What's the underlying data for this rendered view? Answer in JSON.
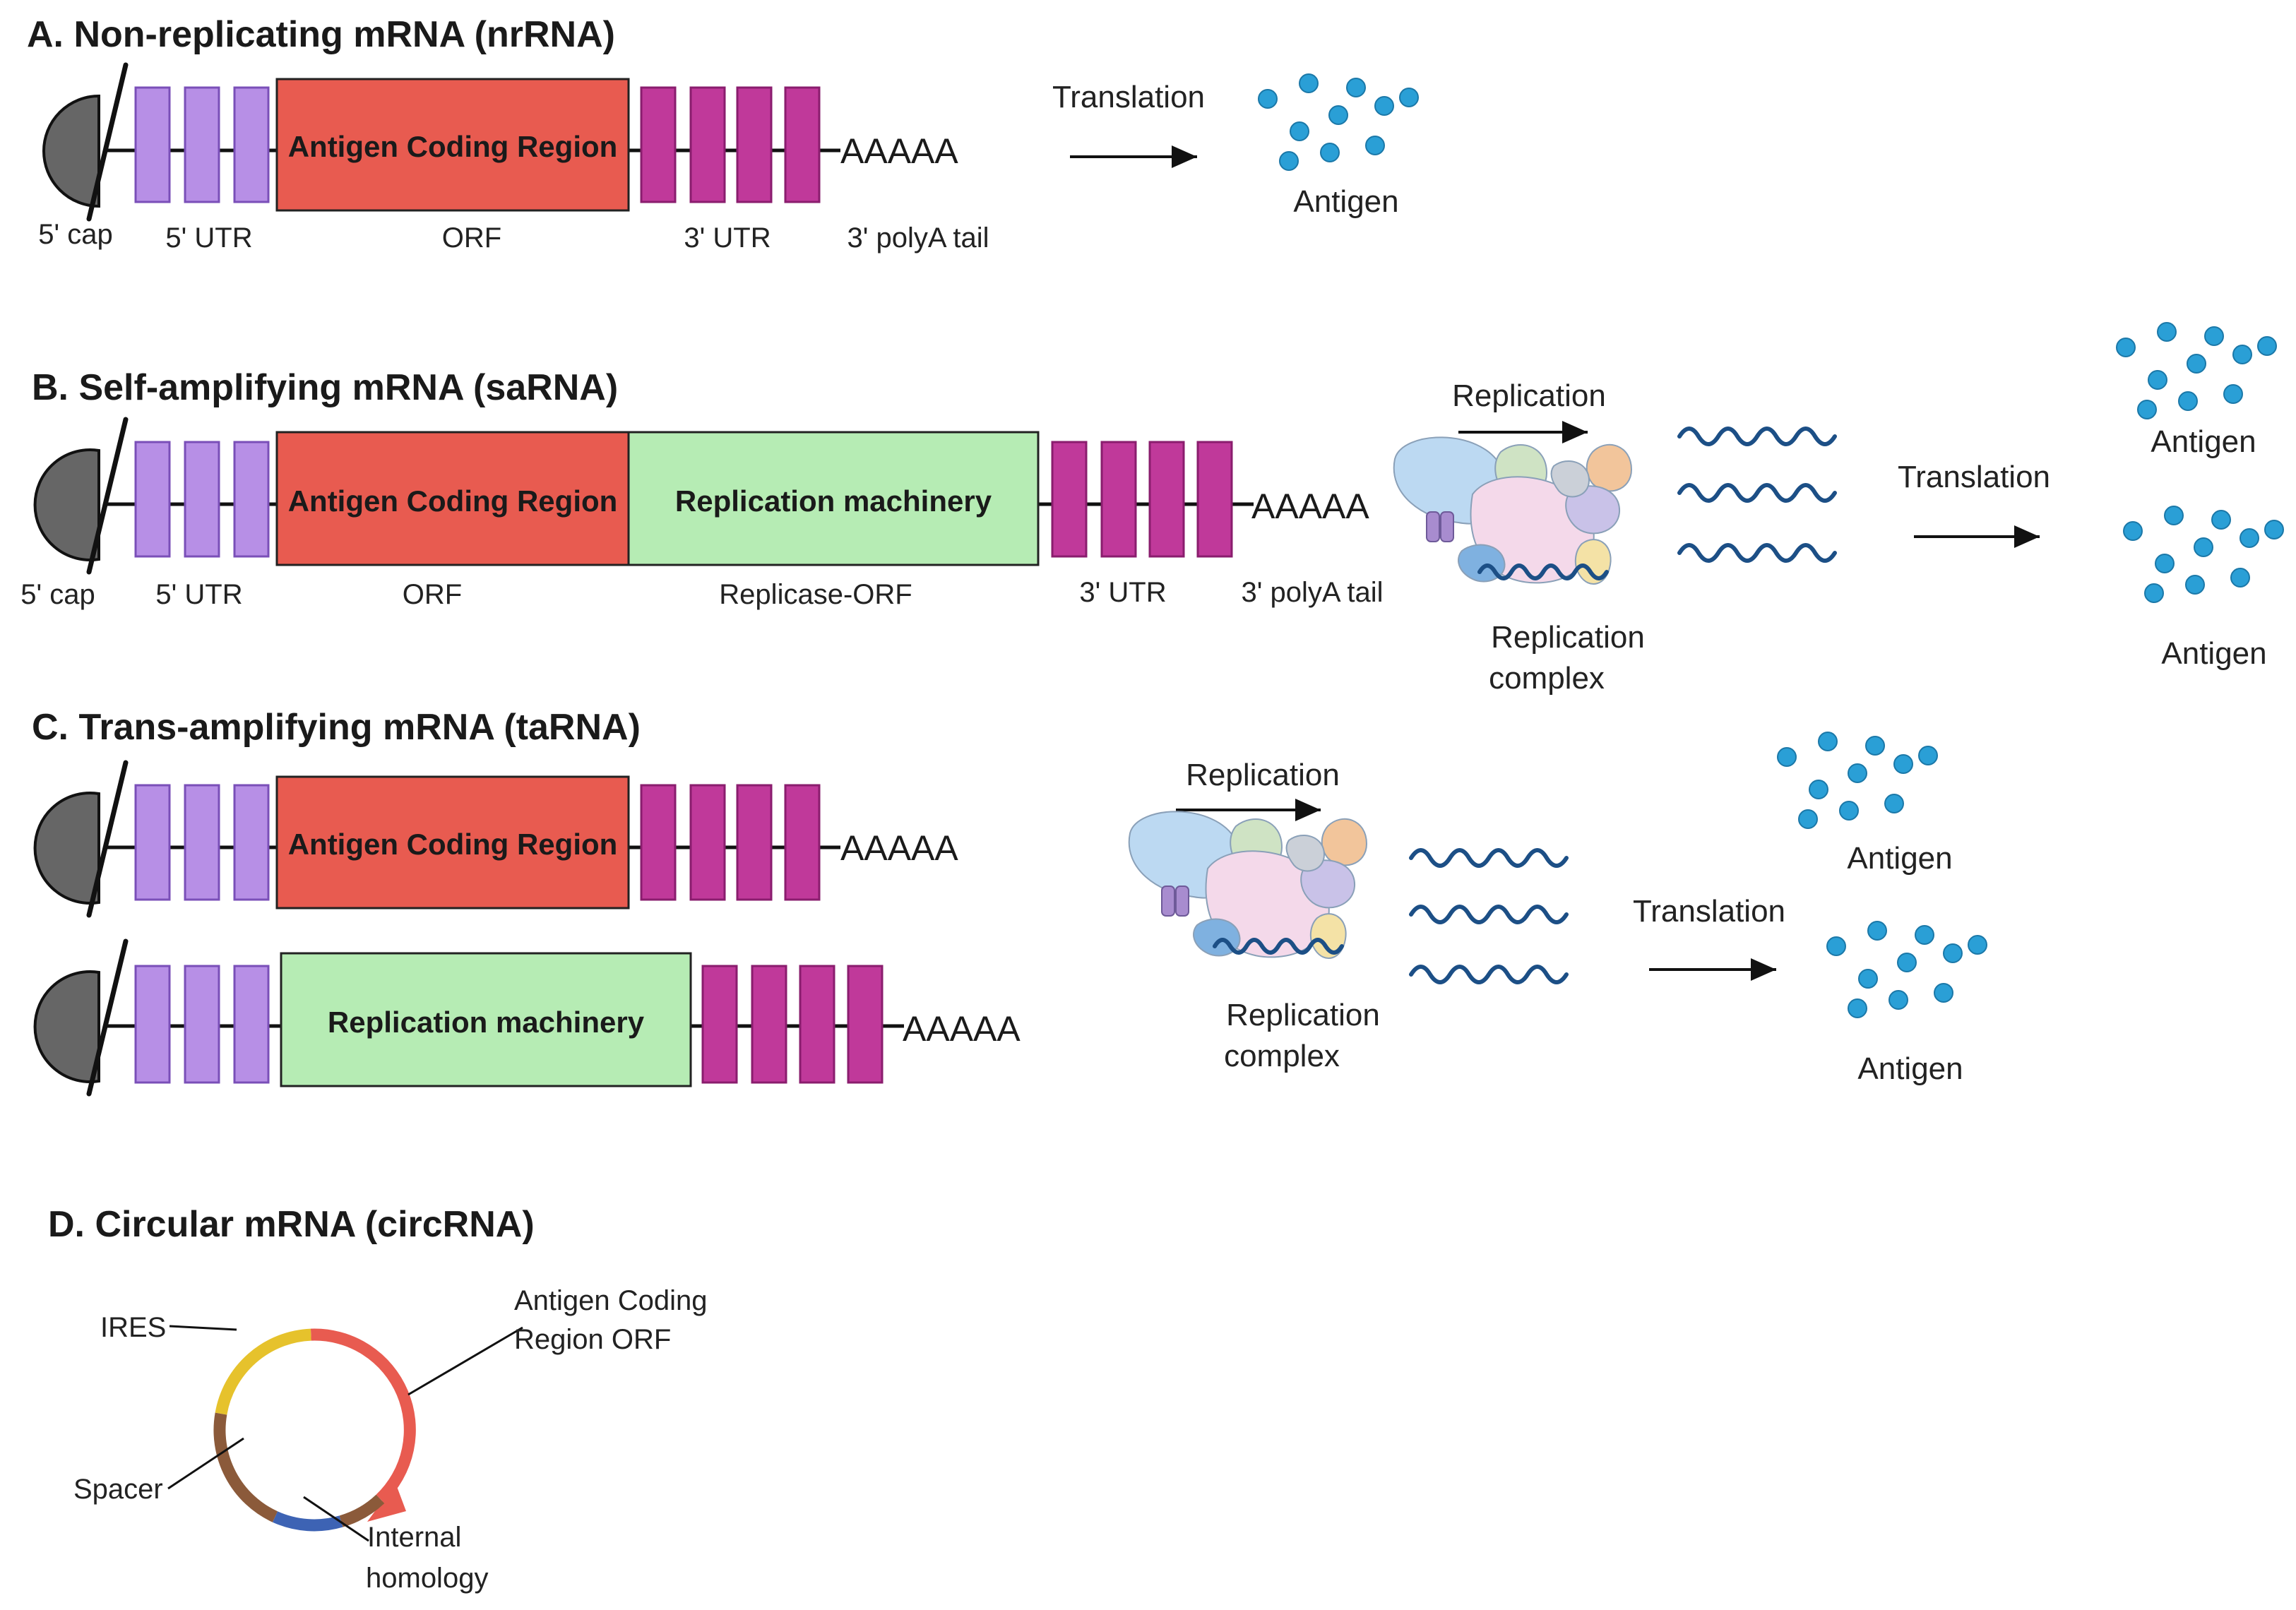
{
  "colors": {
    "cap": "#666666",
    "utr5": "#b78fe6",
    "utr3": "#c0399a",
    "orf": "#e85b50",
    "replicase": "#b6ecb4",
    "antigen_dot": "#2a9fd6",
    "wave": "#1c4f86",
    "ires": "#e6c22c",
    "spacer": "#8b5a3a",
    "homology": "#3d63b4"
  },
  "icons": [
    "five-prime-cap-icon",
    "antigen-dots-icon",
    "replication-complex-icon",
    "mrna-copies-icon",
    "arrow-icon"
  ],
  "sections": {
    "a": {
      "title": "A. Non-replicating mRNA (nrRNA)",
      "orf_text": "Antigen Coding Region",
      "polya": "AAAAA",
      "labels": {
        "cap": "5' cap",
        "utr5": "5' UTR",
        "orf": "ORF",
        "utr3": "3' UTR",
        "tail": "3' polyA tail"
      },
      "translation": "Translation",
      "antigen": "Antigen"
    },
    "b": {
      "title": "B. Self-amplifying mRNA (saRNA)",
      "orf_text": "Antigen Coding Region",
      "replicase_text": "Replication machinery",
      "polya": "AAAAA",
      "labels": {
        "cap": "5' cap",
        "utr5": "5' UTR",
        "orf": "ORF",
        "replicase": "Replicase-ORF",
        "utr3": "3' UTR",
        "tail": "3' polyA tail"
      },
      "replication": "Replication",
      "complex_line1": "Replication",
      "complex_line2": "complex",
      "translation": "Translation",
      "antigen_top": "Antigen",
      "antigen_bottom": "Antigen"
    },
    "c": {
      "title": "C. Trans-amplifying mRNA (taRNA)",
      "orf_text": "Antigen Coding Region",
      "replicase_text": "Replication machinery",
      "polya1": "AAAAA",
      "polya2": "AAAAA",
      "replication": "Replication",
      "complex_line1": "Replication",
      "complex_line2": "complex",
      "translation": "Translation",
      "antigen_top": "Antigen",
      "antigen_bottom": "Antigen"
    },
    "d": {
      "title": "D. Circular mRNA (circRNA)",
      "ires": "IRES",
      "orf_line1": "Antigen Coding",
      "orf_line2": "Region ORF",
      "spacer": "Spacer",
      "homology_line1": "Internal",
      "homology_line2": "homology"
    }
  }
}
